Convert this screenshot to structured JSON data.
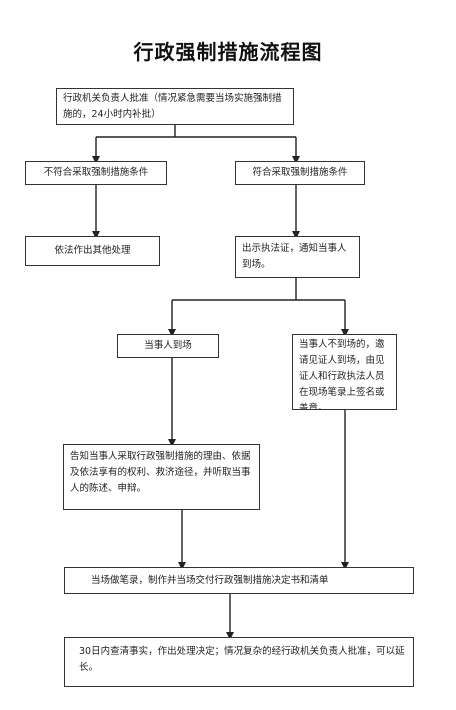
{
  "title": "行政强制措施流程图",
  "nodes": {
    "approval": "行政机关负责人批准（情况紧急需要当场实施强制措施的，24小时内补批）",
    "not_qualified": "不符合采取强制措施条件",
    "qualified": "符合采取强制措施条件",
    "other_handling": "依法作出其他处理",
    "show_certificate": "出示执法证，通知当事人到场。",
    "party_present": "当事人到场",
    "party_absent": "当事人不到场的，邀请见证人到场，由见证人和行政执法人员在现场笔录上签名或盖章。",
    "inform": "告知当事人采取行政强制措施的理由、依据及依法享有的权利、救济途径，并听取当事人的陈述、申辩。",
    "record": "当场做笔录，制作并当场交付行政强制措施决定书和清单",
    "verify": "30日内查清事实，作出处理决定；情况复杂的经行政机关负责人批准，可以延长。"
  }
}
